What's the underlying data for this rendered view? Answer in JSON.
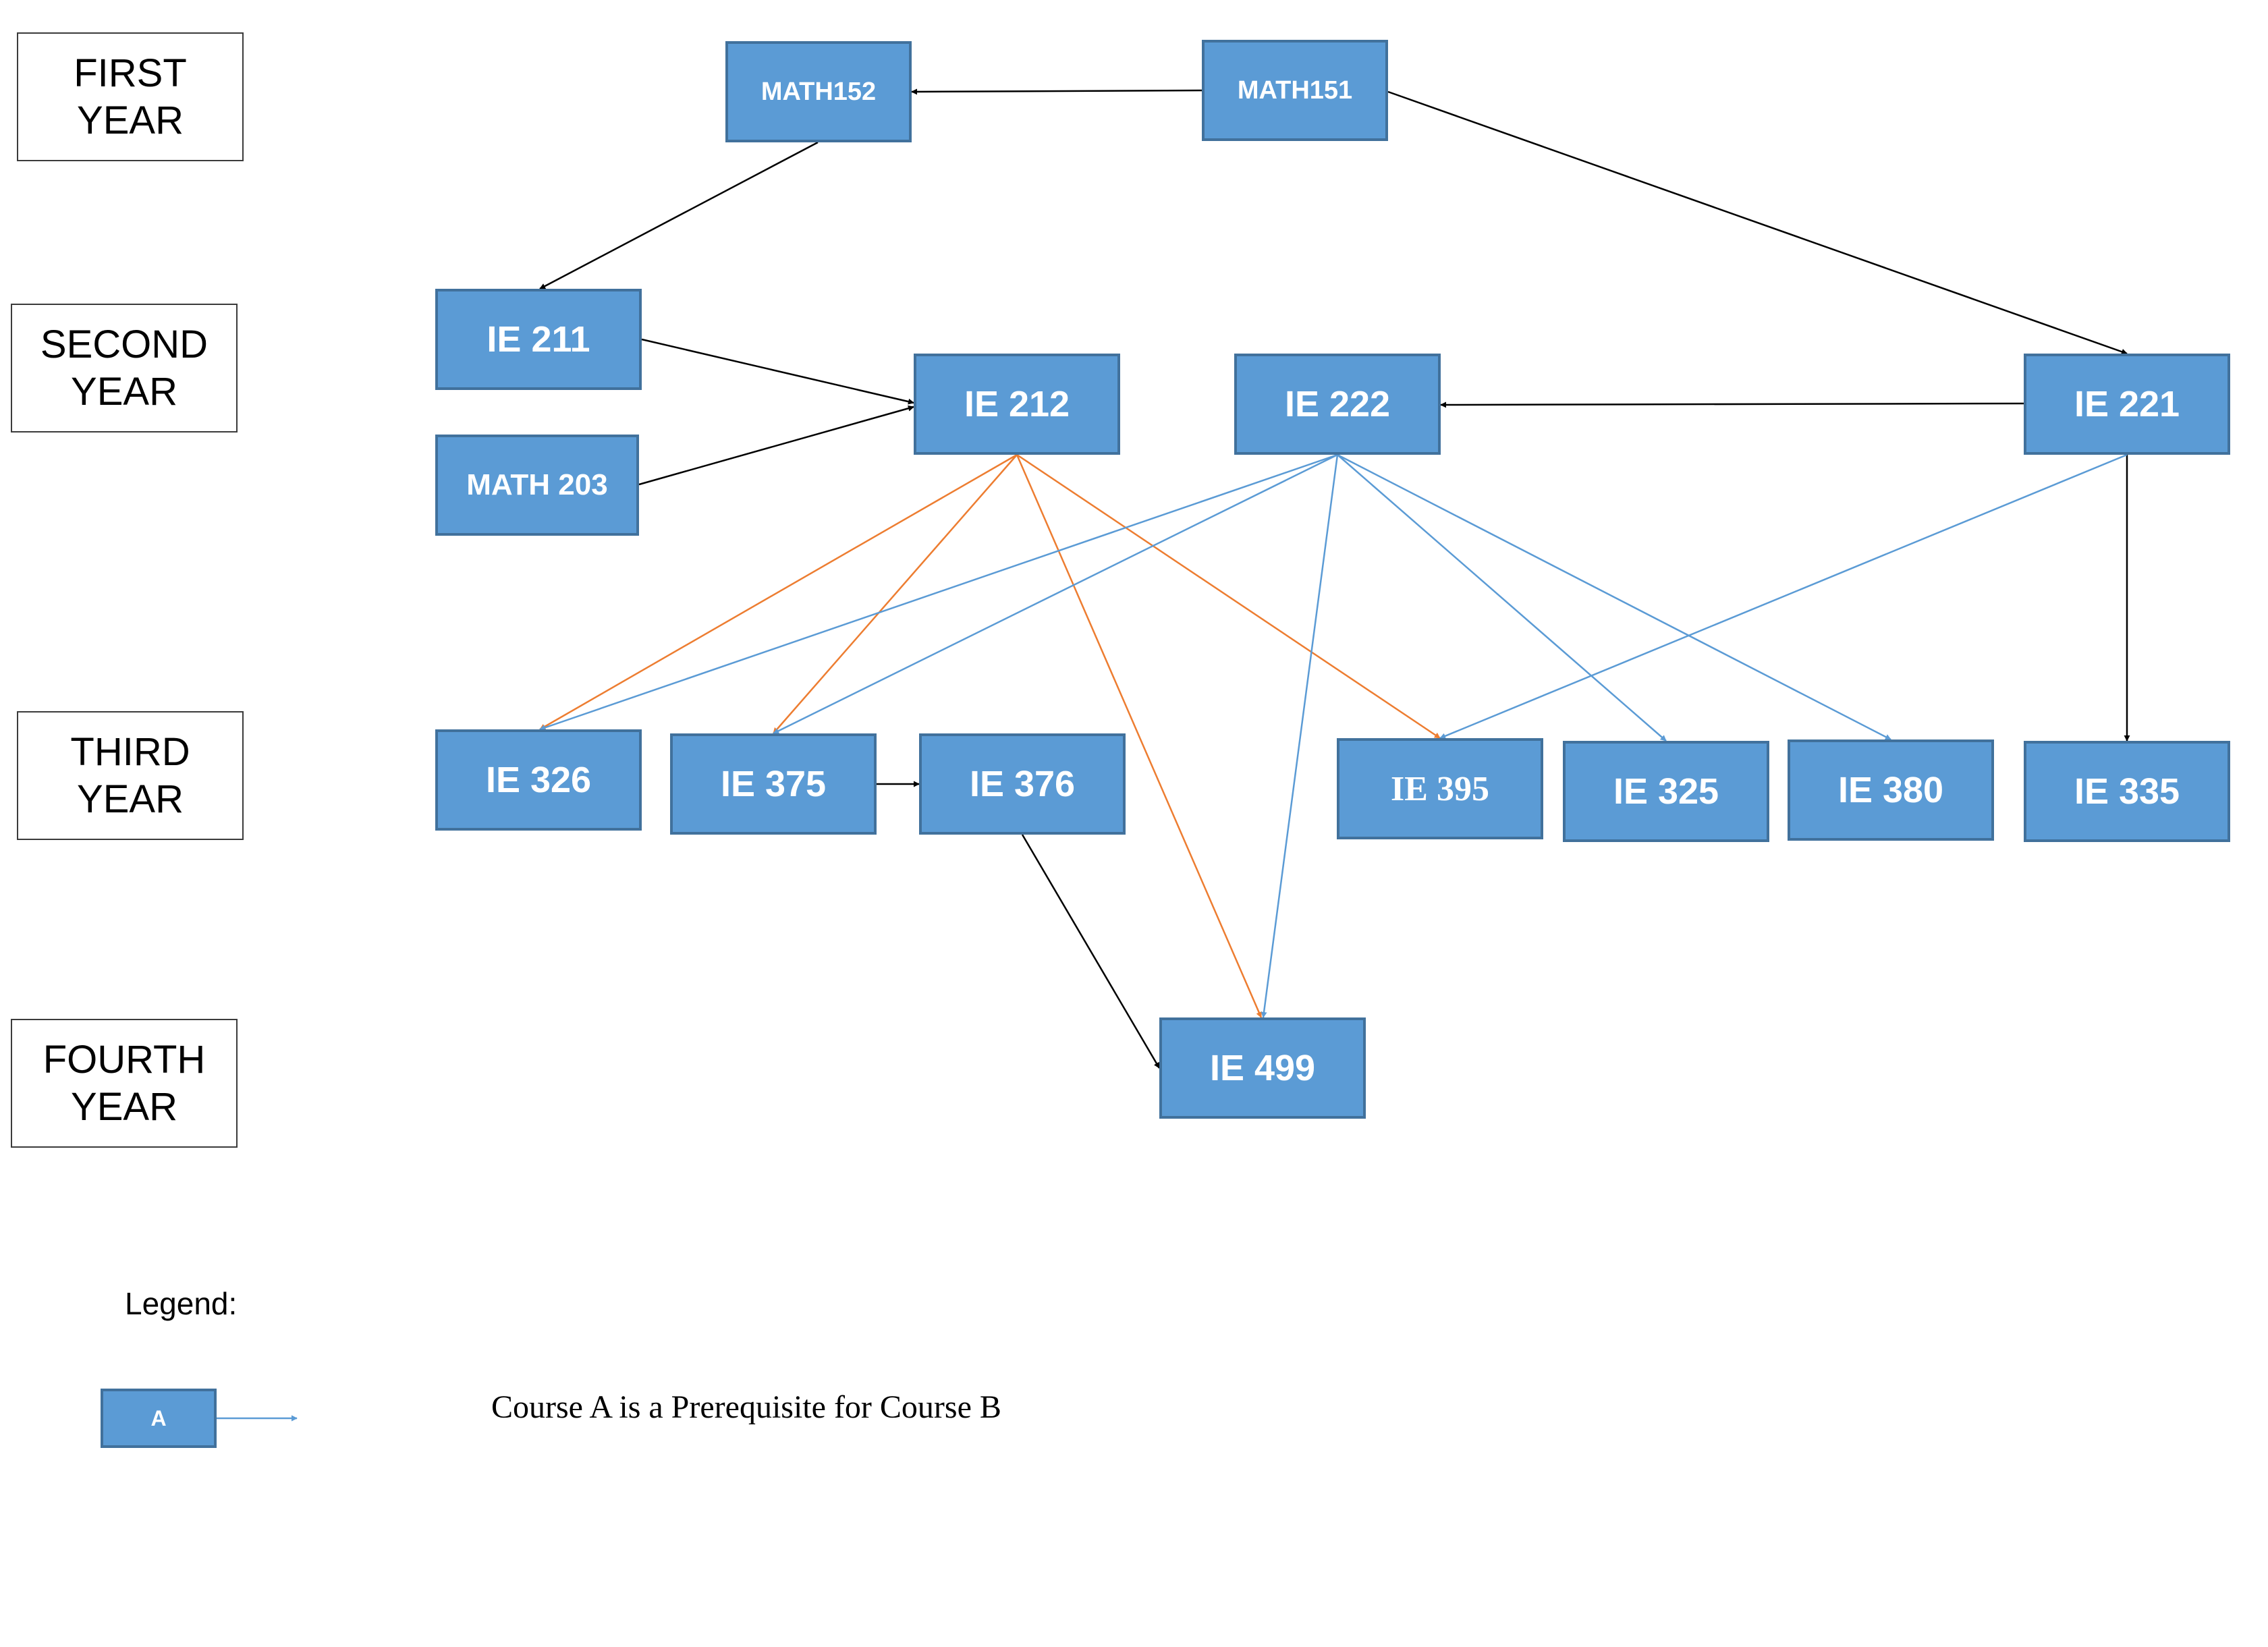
{
  "years": {
    "first": "FIRST\nYEAR",
    "second": "SECOND\nYEAR",
    "third": "THIRD\nYEAR",
    "fourth": "FOURTH\nYEAR"
  },
  "courses": {
    "math152": "MATH152",
    "math151": "MATH151",
    "ie211": "IE 211",
    "math203": "MATH 203",
    "ie212": "IE 212",
    "ie222": "IE 222",
    "ie221": "IE 221",
    "ie326": "IE 326",
    "ie375": "IE 375",
    "ie376": "IE 376",
    "ie395": "IE 395",
    "ie325": "IE 325",
    "ie380": "IE 380",
    "ie335": "IE 335",
    "ie499": "IE 499"
  },
  "edges": [
    {
      "from": "math151",
      "to": "math152",
      "color": "black"
    },
    {
      "from": "math152",
      "to": "ie211",
      "color": "black"
    },
    {
      "from": "math151",
      "to": "ie221",
      "color": "black"
    },
    {
      "from": "ie211",
      "to": "ie212",
      "color": "black"
    },
    {
      "from": "math203",
      "to": "ie212",
      "color": "black"
    },
    {
      "from": "ie221",
      "to": "ie222",
      "color": "black"
    },
    {
      "from": "ie221",
      "to": "ie335",
      "color": "black"
    },
    {
      "from": "ie375",
      "to": "ie376",
      "color": "black"
    },
    {
      "from": "ie376",
      "to": "ie499",
      "color": "black"
    },
    {
      "from": "ie212",
      "to": "ie326",
      "color": "orange"
    },
    {
      "from": "ie212",
      "to": "ie375",
      "color": "orange"
    },
    {
      "from": "ie212",
      "to": "ie499",
      "color": "orange"
    },
    {
      "from": "ie212",
      "to": "ie395",
      "color": "orange"
    },
    {
      "from": "ie222",
      "to": "ie326",
      "color": "blue"
    },
    {
      "from": "ie222",
      "to": "ie375",
      "color": "blue"
    },
    {
      "from": "ie222",
      "to": "ie499",
      "color": "blue"
    },
    {
      "from": "ie222",
      "to": "ie325",
      "color": "blue"
    },
    {
      "from": "ie222",
      "to": "ie380",
      "color": "blue"
    },
    {
      "from": "ie221",
      "to": "ie395",
      "color": "blue"
    }
  ],
  "colors": {
    "node_fill": "#5b9bd5",
    "node_border": "#41719c",
    "black": "#000000",
    "orange": "#ed7d31",
    "blue": "#5b9bd5"
  },
  "legend": {
    "title": "Legend:",
    "sample_label": "A",
    "description": "Course A is a Prerequisite for Course B"
  }
}
